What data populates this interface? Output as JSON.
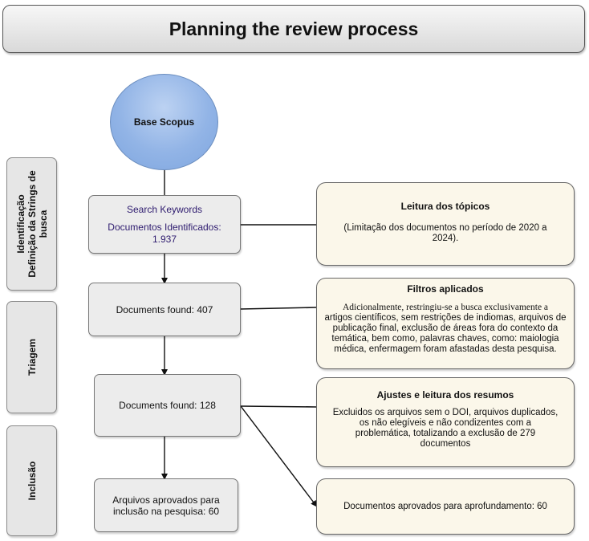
{
  "title": "Planning the review process",
  "source": {
    "label": "Base Scopus"
  },
  "stages": [
    {
      "label_lines": [
        "Identificação",
        "Definição da Strings de",
        "busca"
      ]
    },
    {
      "label_lines": [
        "Triagem"
      ]
    },
    {
      "label_lines": [
        "Inclusão"
      ]
    }
  ],
  "steps": {
    "keywords": {
      "title": "Search Keywords",
      "subtitle": "Documentos Identificados:",
      "count": "1.937"
    },
    "found_407": "Documents found: 407",
    "found_128": "Documents found: 128",
    "approved": [
      "Arquivos aprovados para",
      "inclusão na pesquisa: 60"
    ]
  },
  "notes": {
    "leitura": {
      "title": "Leitura dos tópicos",
      "lines": [
        "(Limitação dos documentos no período de 2020 a",
        "2024)."
      ]
    },
    "filtros": {
      "title": "Filtros aplicados",
      "lines": [
        "Adicionalmente, restringiu-se a busca exclusivamente a",
        "artigos científicos, sem restrições de indiomas, arquivos de",
        "publicação final, exclusão de áreas fora do contexto da",
        "temática, bem como, palavras chaves, como: maiologia",
        "médica, enfermagem foram afastadas desta pesquisa."
      ]
    },
    "ajustes": {
      "title": "Ajustes e leitura dos resumos",
      "lines": [
        "Excluidos os arquivos sem o DOI, arquivos duplicados,",
        "os não elegíveis e não condizentes com a",
        "problemática, totalizando a exclusão de 279",
        "documentos"
      ]
    },
    "aprofundamento": "Documentos aprovados para aprofundamento: 60"
  }
}
